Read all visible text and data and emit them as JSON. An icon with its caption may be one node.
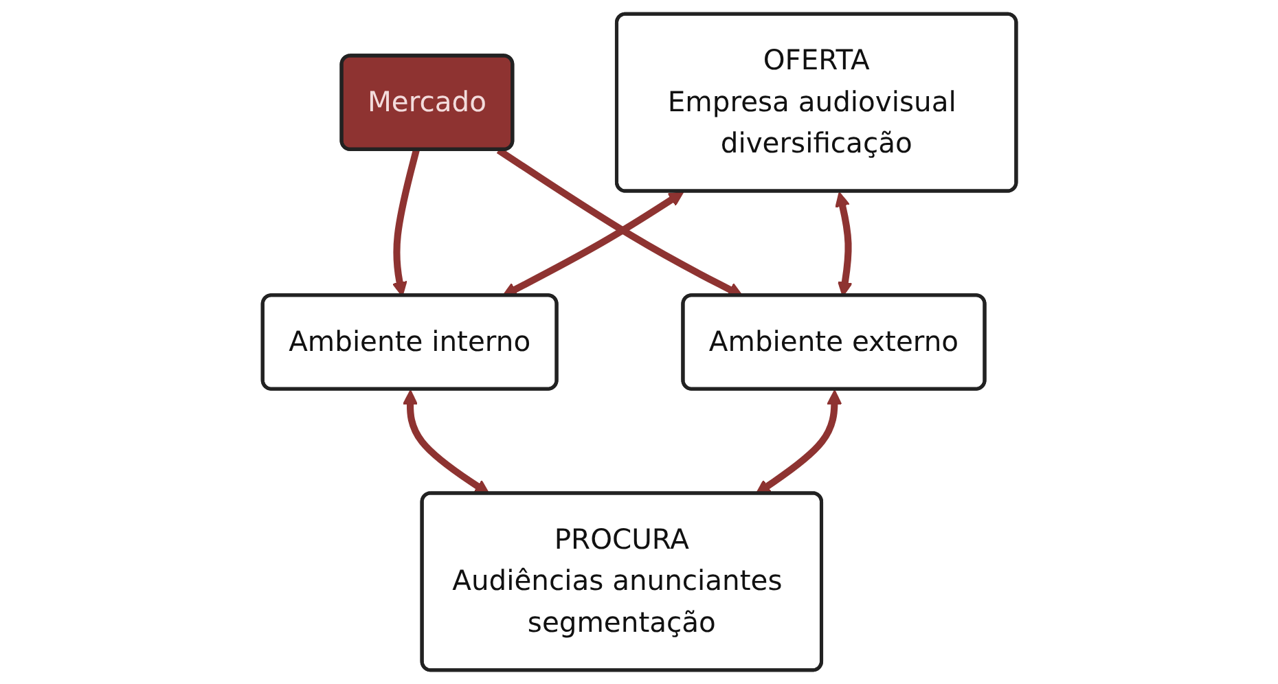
{
  "diagram": {
    "nodes": [
      {
        "text": [
          "Ambiente interno"
        ]
      },
      {
        "text": [
          "OFERTA",
          "Empresa audiovisual diversificação"
        ]
      },
      {
        "text": [
          "Mercado"
        ]
      },
      {
        "text": [
          "PROCURA",
          "Audiências anunciantes segmentação"
        ]
      },
      {
        "text": [
          "Ambiente externo"
        ]
      }
    ],
    "edges": [
      {
        "from": 2,
        "to": 0,
        "arrow": "to"
      },
      {
        "from": 2,
        "to": 4,
        "arrow": "to"
      },
      {
        "from": 1,
        "to": 0,
        "arrow": "both"
      },
      {
        "from": 0,
        "to": 3,
        "arrow": "both"
      },
      {
        "from": 1,
        "to": 4,
        "arrow": "both"
      },
      {
        "from": 4,
        "to": 3,
        "arrow": "both"
      }
    ]
  }
}
